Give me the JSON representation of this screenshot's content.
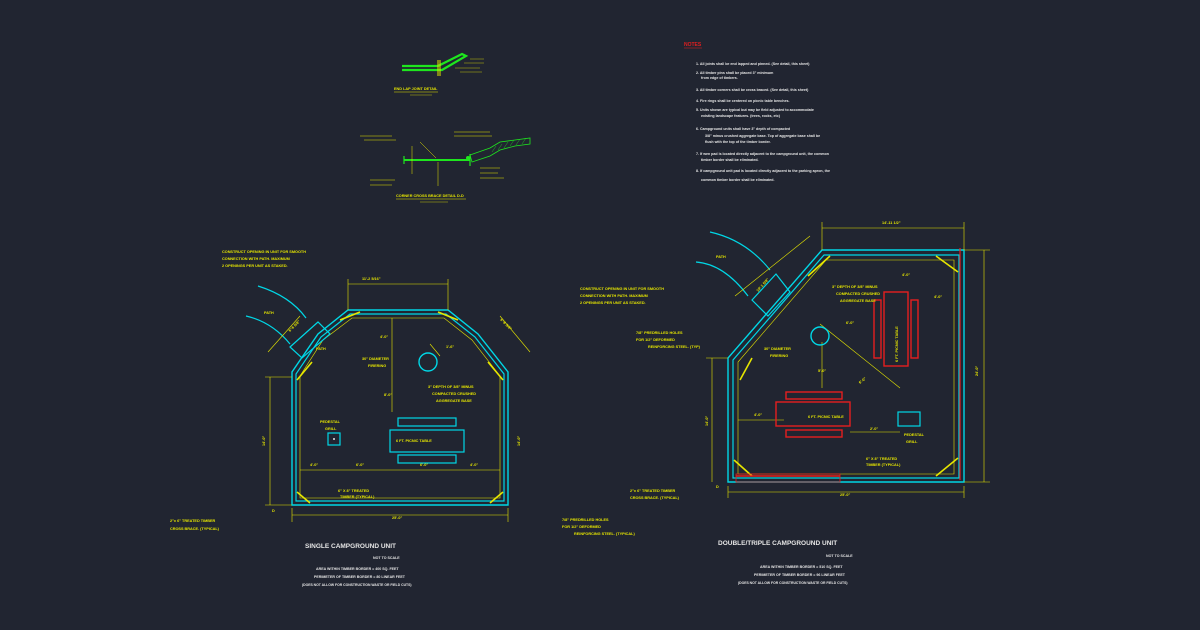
{
  "notes": {
    "title": "NOTES",
    "items": [
      "1. All joints shall be end lapped and pinned. (See detail, this sheet)",
      "2. All timber pins shall be placed 3\" minimum",
      "from edge of timbers.",
      "3. All timber corners shall be cross braced. (See detail, this sheet)",
      "4. Fire rings shall be centered on picnic table benches.",
      "5. Units shown are typical but may be field adjusted to accommodate",
      "existing landscape features. (trees, rocks, etc)",
      "6. Campground units shall have 3\" depth of compacted",
      "3/8\" minus crushed aggregate base. Top of aggregate base shall be",
      "flush with the top of the timber border.",
      "7. If wen pad is located directly adjacent to the campground unit, the common",
      "timber border shall be eliminated.",
      "8. If campground unit pad is located directly adjacent to the parking apron, the",
      "common timber border shall be eliminated."
    ]
  },
  "details": {
    "end_lap": "END LAP JOINT DETAIL",
    "corner_brace": "CORNER CROSS BRACE DETAIL D-D"
  },
  "single": {
    "title": "SINGLE CAMPGROUND UNIT",
    "scale": "NOT TO SCALE",
    "area": "AREA WITHIN TIMBER BORDER = 400 SQ. FEET",
    "perimeter": "PERIMETER OF TIMBER BORDER = 80 LINEAR FEET",
    "waste": "(DOES NOT ALLOW FOR CONSTRUCTION WASTE OR FIELD CUTS)",
    "opening_note": [
      "CONSTRUCT OPENING IN UNIT FOR SMOOTH",
      "CONNECTION WITH PATH.  MAXIMUM",
      "2 OPENINGS PER UNIT AS STAKED."
    ],
    "path1": "PATH",
    "path2": "PATH",
    "firering": [
      "30\" DIAMETER",
      "FIRERING"
    ],
    "base": [
      "3\" DEPTH OF 3/8\" MINUS",
      "COMPACTED CRUSHED",
      "AGGREGATE BASE"
    ],
    "grill": [
      "PEDESTAL",
      "GRILL"
    ],
    "table": "6 FT. PICNIC TABLE",
    "timber": [
      "6\" X 8\" TREATED",
      "TIMBER (TYPICAL)"
    ],
    "crossbrace": [
      "2\"x 6\" TREATED TIMBER",
      "CROSS BRACE. (TYPICAL)"
    ],
    "dim_top": "11'-2 5/16\"",
    "dim_bottom": "25'-0\"",
    "dim_left": "14'-0\"",
    "dim_diag_l": "6'-6 5/8\"",
    "dim_diag_r": "6'-6 5/8\"",
    "dim_a": "4'-0\"",
    "dim_b": "8'-0\"",
    "dim_c": "6'-0\"",
    "dim_d": "4'-0\"",
    "dim_e": "4'-0\"",
    "dim_f": "6'-0\"",
    "dim_g": "1'-6\"",
    "dim_h": "4'-0\"",
    "d_marker": "D"
  },
  "double": {
    "title": "DOUBLE/TRIPLE CAMPGROUND UNIT",
    "scale": "NOT TO SCALE",
    "area": "AREA WITHIN TIMBER BORDER = 510 SQ. FEET",
    "perimeter": "PERIMETER OF TIMBER BORDER = 96 LINEAR FEET",
    "waste": "(DOES NOT ALLOW FOR CONSTRUCTION WASTE OR FIELD CUTS)",
    "opening_note": [
      "CONSTRUCT OPENING IN UNIT FOR SMOOTH",
      "CONNECTION WITH PATH.  MAXIMUM",
      "2 OPENINGS PER UNIT AS STAKED."
    ],
    "holes_note": [
      "7/8\" PREDRILLED HOLES",
      "FOR 1/2\" DEFORMED",
      "REINFORCING STEEL. (TYP)"
    ],
    "holes_note2": [
      "7/8\" PREDRILLED HOLES",
      "FOR 1/2\" DEFORMED",
      "REINFORCING STEEL. (TYPICAL)"
    ],
    "crossbrace": [
      "2\"x 6\" TREATED TIMBER",
      "CROSS BRACE. (TYPICAL)"
    ],
    "path": "PATH",
    "firering": [
      "30\" DIAMETER",
      "FIRERING"
    ],
    "base": [
      "3\" DEPTH OF 3/8\" MINUS",
      "COMPACTED CRUSHED",
      "AGGREGATE BASE"
    ],
    "grill": [
      "PEDESTAL",
      "GRILL"
    ],
    "table": "6 FT. PICNIC TABLE",
    "table_rot": "6 FT. PICNIC TABLE",
    "timber": [
      "6\" X 8\" TREATED",
      "TIMBER (TYPICAL)"
    ],
    "dim_top": "14'-11 1/2\"",
    "dim_bottom": "25'-0\"",
    "dim_right": "24'-0\"",
    "dim_left": "14'-0\"",
    "dim_diag": "10'-1 5/8\"",
    "dim_a": "4'-0\"",
    "dim_b": "6'-0\"",
    "dim_c": "4'-0\"",
    "dim_d": "5'-0\"",
    "dim_e": "4'-0\"",
    "dim_f": "6'-0\"",
    "dim_g": "2'-0\"",
    "d_marker": "D"
  }
}
